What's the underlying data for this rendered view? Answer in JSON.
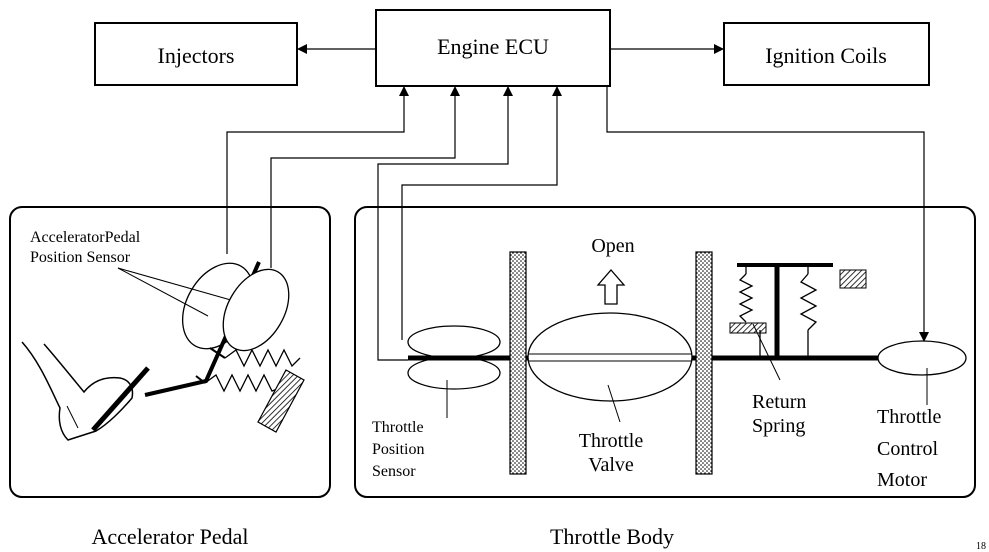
{
  "blocks": {
    "injectors": "Injectors",
    "ecu": "Engine ECU",
    "ignition": "Ignition Coils"
  },
  "accelerator": {
    "sensor_line1": "AcceleratorPedal",
    "sensor_line2": "Position Sensor",
    "caption": "Accelerator Pedal"
  },
  "throttle": {
    "open_label": "Open",
    "tps_line1": "Throttle",
    "tps_line2": "Position",
    "tps_line3": "Sensor",
    "valve_line1": "Throttle",
    "valve_line2": "Valve",
    "spring_line1": "Return",
    "spring_line2": "Spring",
    "motor_line1": "Throttle",
    "motor_line2": "Control",
    "motor_line3": "Motor",
    "caption": "Throttle Body"
  },
  "page_number": "18"
}
